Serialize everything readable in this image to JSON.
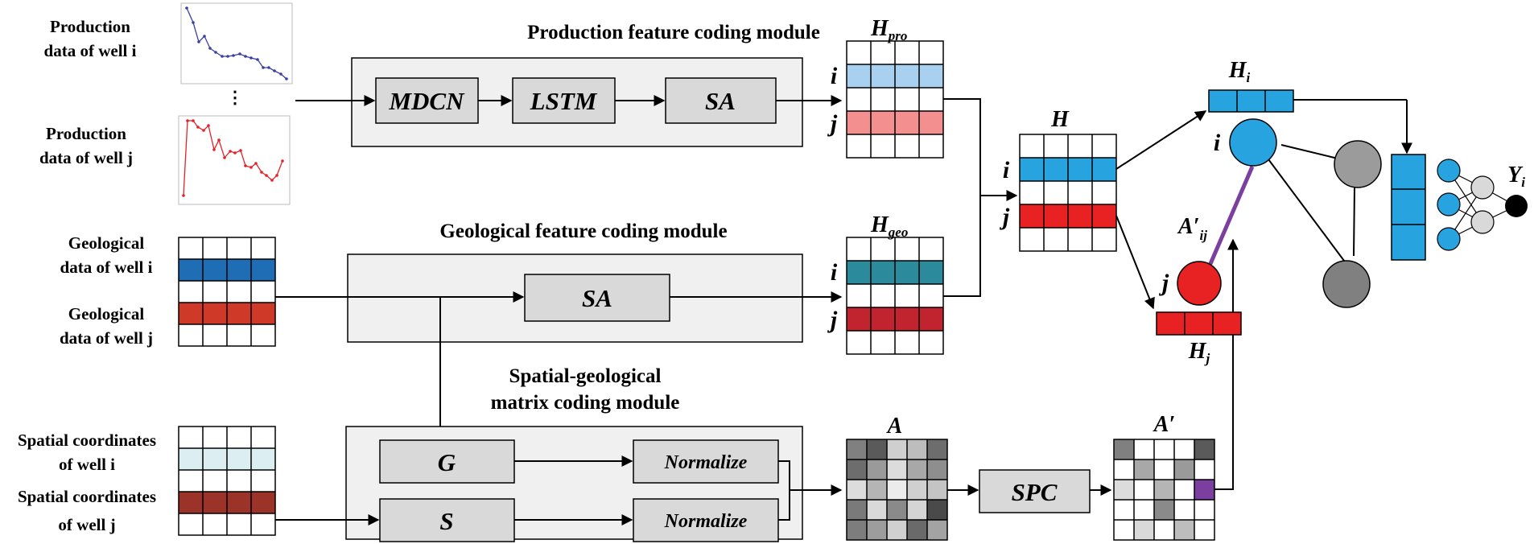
{
  "inputs": {
    "production_i": [
      "Production",
      "data of well i"
    ],
    "production_j": [
      "Production",
      "data of well j"
    ],
    "vdots": "⋮",
    "geological_i": [
      "Geological",
      "data of  well i"
    ],
    "geological_j": [
      "Geological",
      "data of  well j"
    ],
    "spatial_i": [
      "Spatial coordinates",
      "of well i"
    ],
    "spatial_j": [
      "Spatial coordinates",
      "of well j"
    ]
  },
  "modules": {
    "production": {
      "title": "Production feature coding module",
      "blocks": [
        "MDCN",
        "LSTM",
        "SA"
      ]
    },
    "geological": {
      "title": "Geological feature coding module",
      "blocks": [
        "SA"
      ]
    },
    "spatial": {
      "title": [
        "Spatial-geological",
        "matrix coding module"
      ],
      "blocks": [
        "G",
        "S"
      ],
      "normalize": "Normalize"
    },
    "spc": "SPC"
  },
  "matrices": {
    "H_pro": {
      "base": "H",
      "sub": "pro"
    },
    "H_geo": {
      "base": "H",
      "sub": "geo"
    },
    "H": "H",
    "H_i": {
      "base": "H",
      "sub": "i"
    },
    "H_j": {
      "base": "H",
      "sub": "j"
    },
    "A": "A",
    "A_prime": "A′"
  },
  "row_labels": {
    "i": "i",
    "j": "j"
  },
  "graph": {
    "edge_label": {
      "base": "A′",
      "sub": "ij"
    },
    "node_i": "i",
    "node_j": "j",
    "output": {
      "base": "Y",
      "sub": "i"
    }
  },
  "colors": {
    "production_i_row": "#a9d0ee",
    "production_j_row": "#f3908f",
    "geo_input_i_row": "#1f6db5",
    "geo_input_j_row": "#cf3a28",
    "geo_feature_i_row": "#2c8a9d",
    "geo_feature_j_row": "#c1242e",
    "spatial_i_row": "#ddeef3",
    "spatial_j_row": "#9b3328",
    "h_i_row": "#27a4df",
    "h_j_row": "#e82222",
    "node_blue": "#27a4df",
    "node_red": "#e82222",
    "edge_purple": "#7b3fa0",
    "node_gray_light": "#9b9b9b",
    "node_gray_dark": "#808080"
  }
}
